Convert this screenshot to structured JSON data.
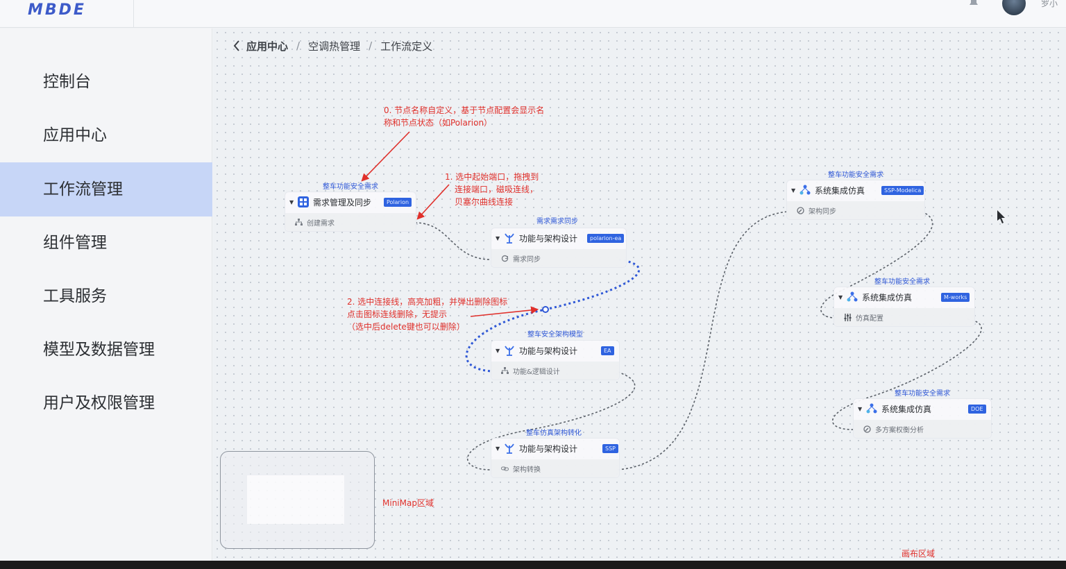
{
  "app": {
    "logo": "MBDE",
    "user": "罗小"
  },
  "sidebar": {
    "items": [
      {
        "label": "控制台",
        "active": false
      },
      {
        "label": "应用中心",
        "active": false
      },
      {
        "label": "工作流管理",
        "active": true
      },
      {
        "label": "组件管理",
        "active": false
      },
      {
        "label": "工具服务",
        "active": false
      },
      {
        "label": "模型及数据管理",
        "active": false
      },
      {
        "label": "用户及权限管理",
        "active": false
      }
    ]
  },
  "breadcrumb": {
    "items": [
      "应用中心",
      "空调热管理",
      "工作流定义"
    ],
    "separator": "/"
  },
  "nodes": [
    {
      "title": "整车功能安全需求",
      "name": "需求管理及同步",
      "tag": "Polarion",
      "sub": "创建需求",
      "icon": "grid-app-icon",
      "sub_icon": "hierarchy-icon"
    },
    {
      "title": "需求需求同步",
      "name": "功能与架构设计",
      "tag": "polarion-ea",
      "sub": "需求同步",
      "icon": "trident-icon",
      "sub_icon": "sync-icon"
    },
    {
      "title": "整车安全架构模型",
      "name": "功能与架构设计",
      "tag": "EA",
      "sub": "功能&逻辑设计",
      "icon": "trident-icon",
      "sub_icon": "hierarchy-icon"
    },
    {
      "title": "整车仿真架构转化",
      "name": "功能与架构设计",
      "tag": "SSP",
      "sub": "架构转换",
      "icon": "trident-icon",
      "sub_icon": "link-icon"
    },
    {
      "title": "整车功能安全需求",
      "name": "系统集成仿真",
      "tag": "SSP-Modelica",
      "sub": "架构同步",
      "icon": "nodes-icon",
      "sub_icon": "compass-icon"
    },
    {
      "title": "整车功能安全需求",
      "name": "系统集成仿真",
      "tag": "M-works",
      "sub": "仿真配置",
      "icon": "nodes-icon",
      "sub_icon": "sliders-icon"
    },
    {
      "title": "整车功能安全需求",
      "name": "系统集成仿真",
      "tag": "DOE",
      "sub": "多方案权衡分析",
      "icon": "nodes-icon",
      "sub_icon": "compass-icon"
    }
  ],
  "annotations": {
    "a0": [
      "0. 节点名称自定义，基于节点配置会显示名",
      "称和节点状态（如Polarion）"
    ],
    "a1": [
      "1. 选中起始端口，拖拽到",
      "连接端口，磁吸连线，",
      "贝塞尔曲线连接"
    ],
    "a2": [
      "2. 选中连接线，高亮加粗，并弹出删除图标",
      "点击图标连线删除，无提示",
      "（选中后delete键也可以删除）"
    ],
    "minimap": "MiniMap区域",
    "canvas": "画布区域"
  },
  "colors": {
    "accent": "#2f63e0",
    "annotation": "#e0302b",
    "active_nav": "#c7d6f7",
    "selected_wire": "#2f58d6"
  }
}
